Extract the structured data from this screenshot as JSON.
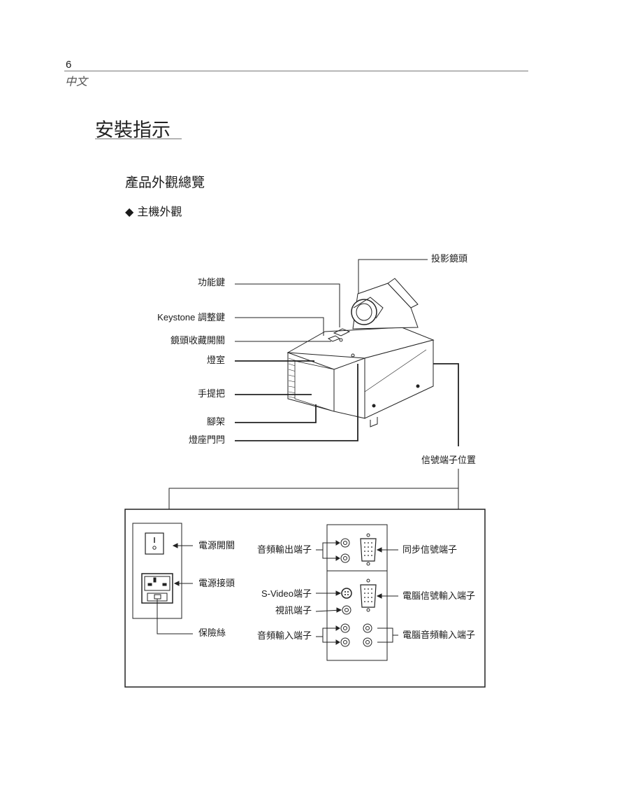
{
  "page": {
    "number": "6",
    "language": "中文",
    "title": "安裝指示",
    "subtitle": "產品外觀總覽",
    "bullet": "◆ 主機外觀"
  },
  "projector_callouts": {
    "lens": "投影鏡頭",
    "function_keys": "功能鍵",
    "keystone": "Keystone 調整鍵",
    "lens_cover_switch": "鏡頭收藏開關",
    "lamp_housing": "燈室",
    "handle": "手提把",
    "foot": "腳架",
    "lamp_latch": "燈座門閂",
    "signal_terminals": "信號端子位置"
  },
  "panel_callouts": {
    "power_switch": "電源開關",
    "power_socket": "電源接頭",
    "fuse": "保險絲",
    "audio_out": "音頻輸出端子",
    "s_video": "S-Video端子",
    "video": "視訊端子",
    "audio_in": "音頻輸入端子",
    "sync_signal": "同步信號端子",
    "pc_signal_in": "電腦信號輸入端子",
    "pc_audio_in": "電腦音頻輸入端子"
  }
}
